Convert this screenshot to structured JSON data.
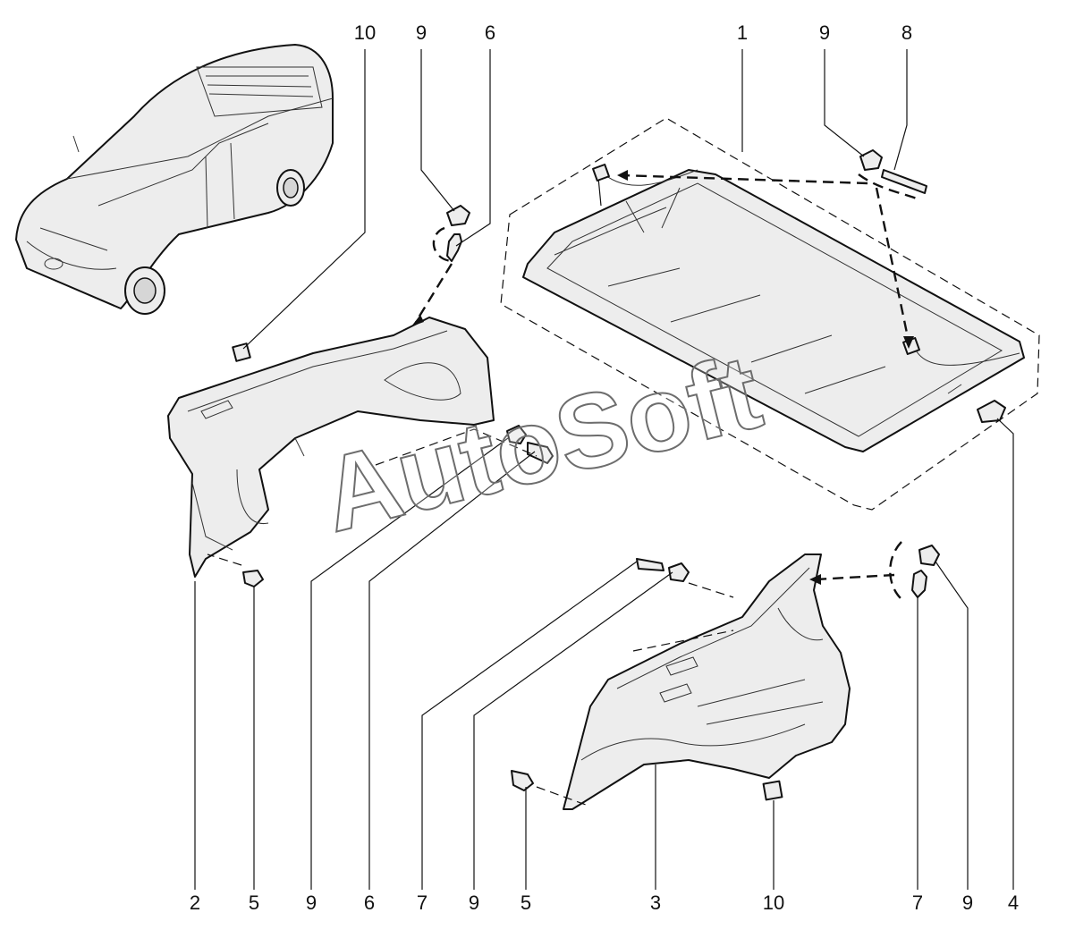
{
  "callouts": {
    "c_10_top": "10",
    "c_9_top_left": "9",
    "c_6_top": "6",
    "c_1_top": "1",
    "c_9_top_right": "9",
    "c_8_top": "8",
    "c_2_bottom": "2",
    "c_5_bottom_left": "5",
    "c_9_bottom_left": "9",
    "c_6_bottom": "6",
    "c_7_bottom_left": "7",
    "c_9_bottom_mid": "9",
    "c_5_bottom_mid": "5",
    "c_3_bottom": "3",
    "c_10_bottom": "10",
    "c_7_bottom_right": "7",
    "c_9_bottom_right": "9",
    "c_4_bottom": "4"
  },
  "watermark": "AutoSoft",
  "colors": {
    "line": "#111111",
    "part_fill": "#ededed",
    "watermark_outline": "#6d6d6d"
  }
}
